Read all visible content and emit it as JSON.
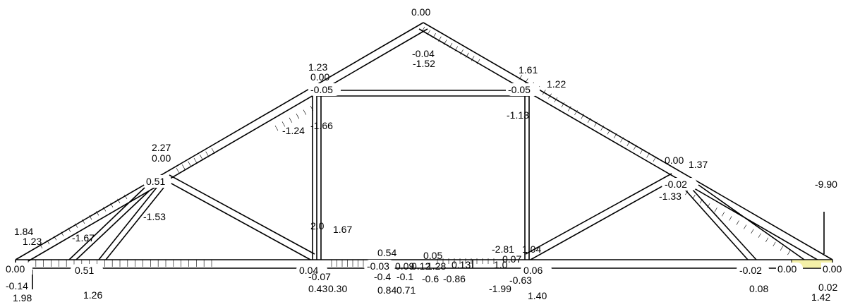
{
  "colors": {
    "line": "#000000",
    "background": "#ffffff",
    "support_highlight": "#f4f0a8"
  },
  "labels": {
    "l001": "0.00",
    "l002": "-0.04",
    "l003": "-1.52",
    "l004": "1.23",
    "l005": "0.00",
    "l006": "-0.05",
    "l007": "-0.05",
    "l008": "1.61",
    "l009": "1.22",
    "l010": "-1.13",
    "l011": "-1.66",
    "l012": "-1.24",
    "l013": "2.27",
    "l014": "0.00",
    "l015": "0.51",
    "l016": "-1.53",
    "l017": "1.37",
    "l018": "-0.02",
    "l019": "-1.33",
    "l020": "-9.90",
    "l021": "1.84",
    "l022": "1.23",
    "l023": "-1.67",
    "l024": "0.00",
    "l025": "0.51",
    "l026": "-0.14",
    "l027": "1.98",
    "l028": "1.26",
    "l029": "2.0",
    "l030": "1.67",
    "l031": "0.04",
    "l032": "-0.03",
    "l033": "0.54",
    "l034": "0.05",
    "l035": "1.28",
    "l036": "0.13",
    "l037": "-2.81",
    "l038": "1.04",
    "l039": "0.07",
    "l040": "0.06",
    "l041": "-0.07",
    "l042": "0.43",
    "l043": "0.30",
    "l044": "-0.4",
    "l045": "-0.1",
    "l046": "0.84",
    "l047": "0.71",
    "l048": "-0.6",
    "l049": "-0.86",
    "l050": "-1.99",
    "l051": "-0.63",
    "l052": "1.40",
    "l053": "-0.02",
    "l054": "0.08",
    "l055": "0.00",
    "l056": "0.02",
    "l057": "1.42",
    "l058": "0.00",
    "l059": "0.00",
    "l060": "0.12",
    "l061": "1.0",
    "l062": "0.09"
  }
}
